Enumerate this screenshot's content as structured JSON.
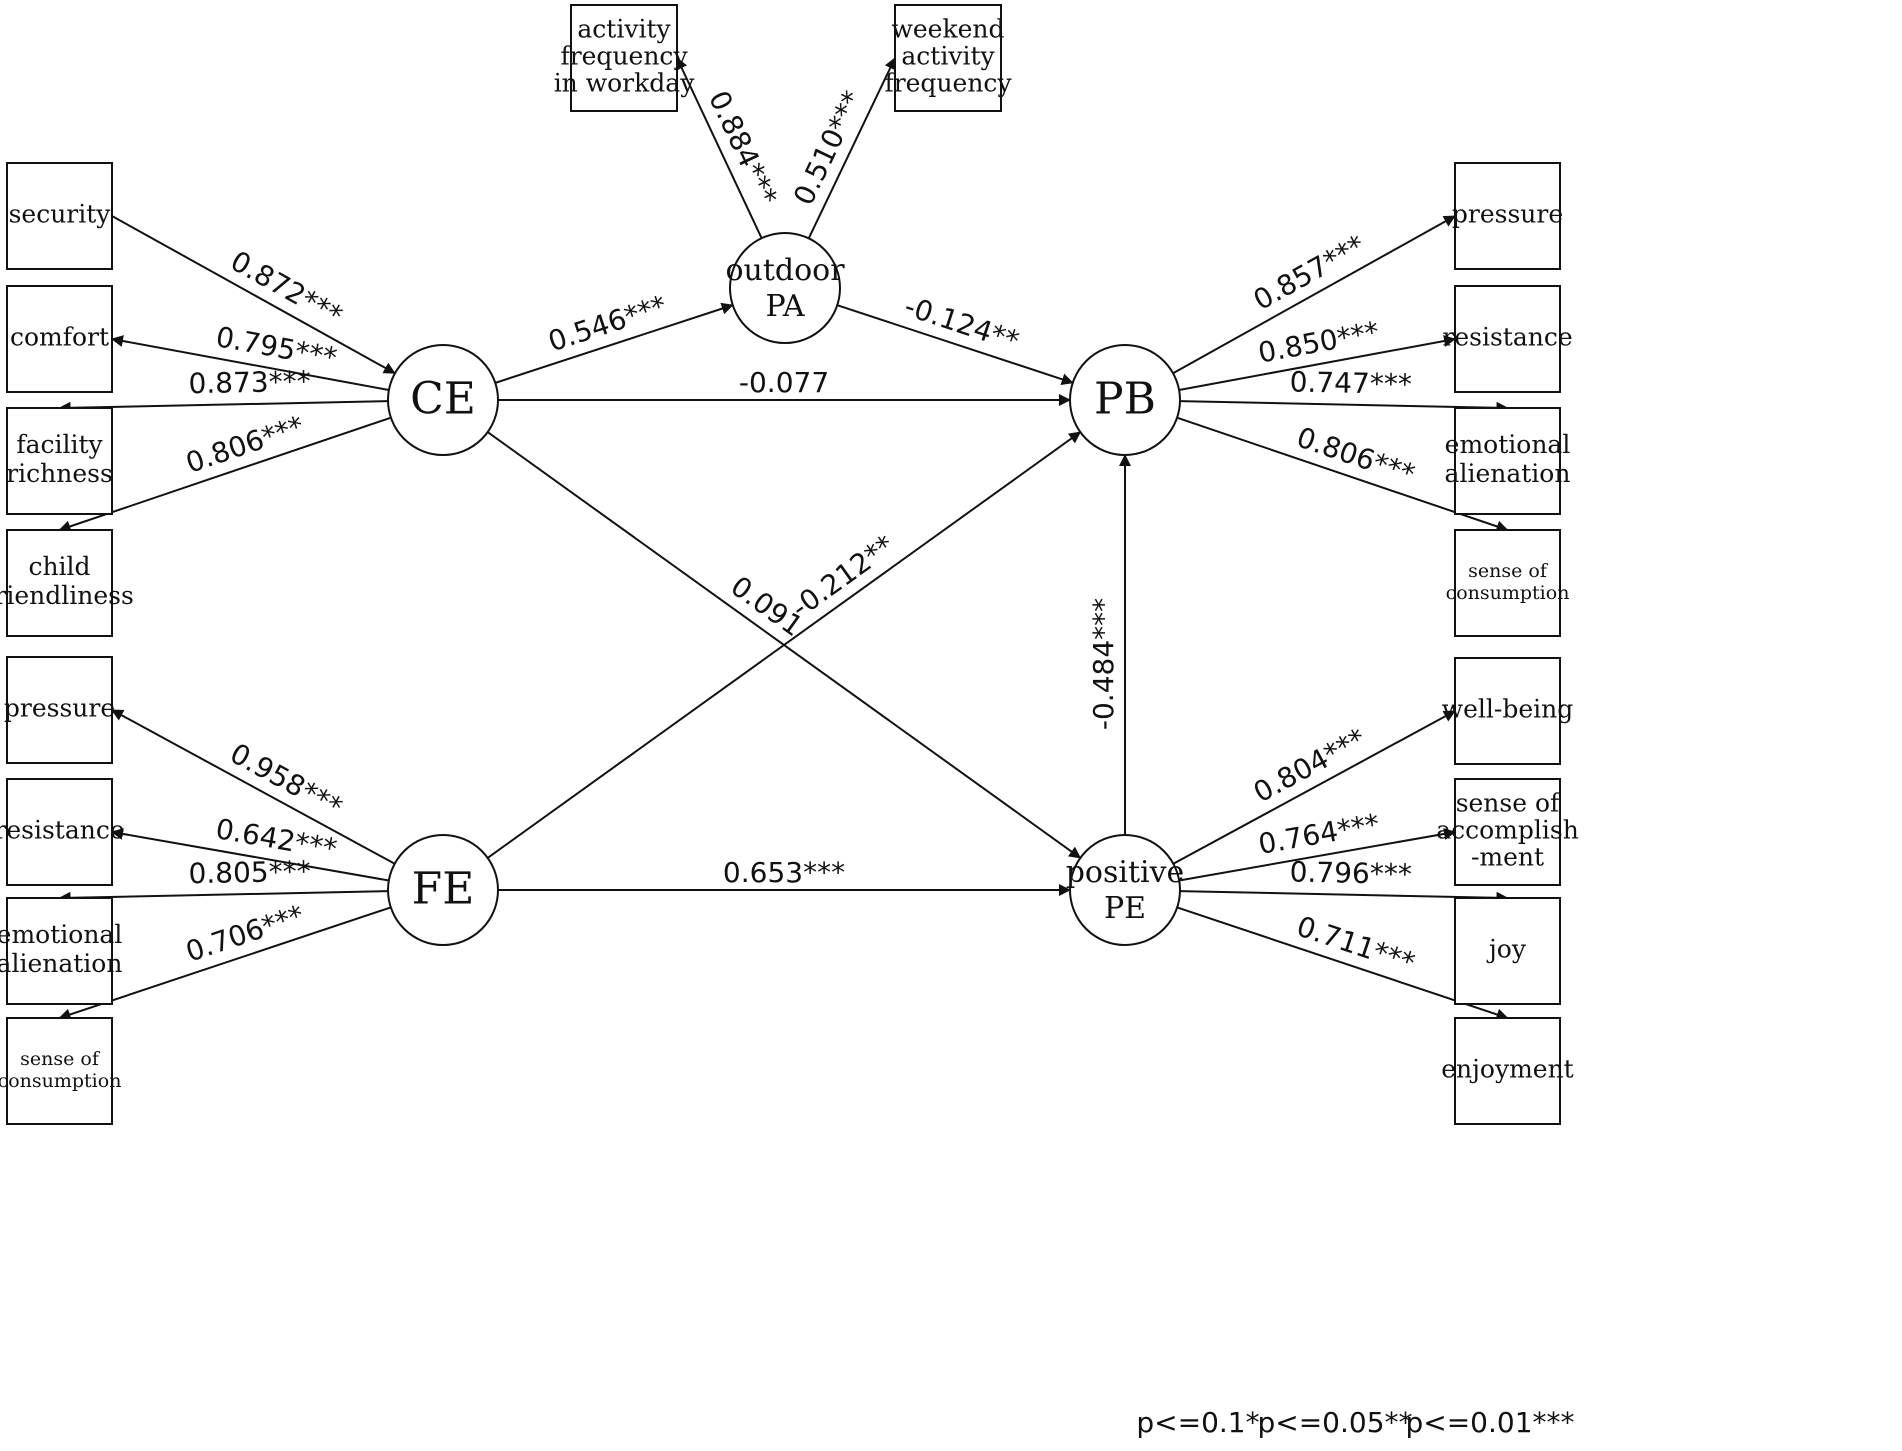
{
  "latents": {
    "ce": "CE",
    "fe": "FE",
    "pa": [
      "outdoor",
      "PA"
    ],
    "pb": "PB",
    "pe": [
      "positive",
      "PE"
    ]
  },
  "indicators": {
    "ce": [
      [
        "security"
      ],
      [
        "comfort"
      ],
      [
        "facility",
        "richness"
      ],
      [
        "child",
        "friendliness"
      ]
    ],
    "fe": [
      [
        "pressure"
      ],
      [
        "resistance"
      ],
      [
        "emotional",
        "alienation"
      ],
      [
        "sense of",
        "consumption"
      ]
    ],
    "pa": [
      [
        "activity",
        "frequency",
        "in workday"
      ],
      [
        "weekend",
        "activity",
        "frequency"
      ]
    ],
    "pb": [
      [
        "pressure"
      ],
      [
        "resistance"
      ],
      [
        "emotional",
        "alienation"
      ],
      [
        "sense of",
        "consumption"
      ]
    ],
    "pe": [
      [
        "well-being"
      ],
      [
        "sense of",
        "accomplish",
        "-ment"
      ],
      [
        "joy"
      ],
      [
        "enjoyment"
      ]
    ]
  },
  "loadings": {
    "ce": [
      "0.872***",
      "0.795***",
      "0.873***",
      "0.806***"
    ],
    "fe": [
      "0.958***",
      "0.642***",
      "0.805***",
      "0.706***"
    ],
    "pa": [
      "0.884***",
      "0.510***"
    ],
    "pb": [
      "0.857***",
      "0.850***",
      "0.747***",
      "0.806***"
    ],
    "pe": [
      "0.804***",
      "0.764***",
      "0.796***",
      "0.711***"
    ]
  },
  "paths": {
    "ce_pa": "0.546***",
    "pa_pb": "-0.124**",
    "ce_pb": "-0.077",
    "ce_pe": "0.091",
    "fe_pb": "-0.212**",
    "fe_pe": "0.653***",
    "pe_pb": "-0.484***"
  },
  "legend": [
    "p<=0.1*",
    "p<=0.05**",
    "p<=0.01***"
  ]
}
